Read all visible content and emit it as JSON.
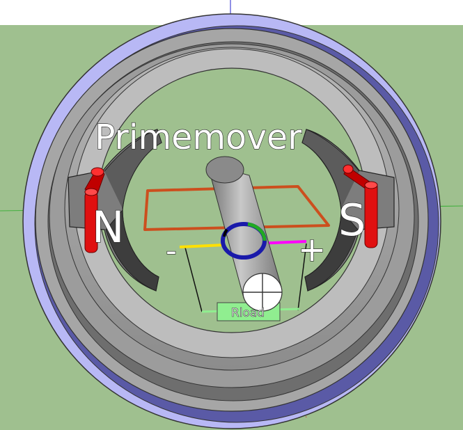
{
  "labels": {
    "primemover": "Primemover",
    "north_pole": "N",
    "south_pole": "S",
    "minus_terminal": "-",
    "plus_terminal": "+",
    "load": "Rload"
  },
  "colors": {
    "sky": "#ffffff",
    "ground": "#9fc08f",
    "outer_ring": "#b8b8f5",
    "outer_ring_shadow": "#5a5aa6",
    "frame": "#a3a3a3",
    "frame_dark": "#5f5f5f",
    "pole_piece": "#7d7d7d",
    "coil": "#cc4f1e",
    "shaft": "#a9a9a9",
    "magnet": "#e01010",
    "wire_yellow": "#ffe000",
    "wire_magenta": "#ff00ff",
    "load_box": "#90ee90",
    "axis_red": "#cc2222",
    "axis_blue": "#2222cc",
    "axis_green": "#22aa22"
  },
  "icons": [
    "commutator-icon",
    "shaft-end-crosshair-icon"
  ]
}
